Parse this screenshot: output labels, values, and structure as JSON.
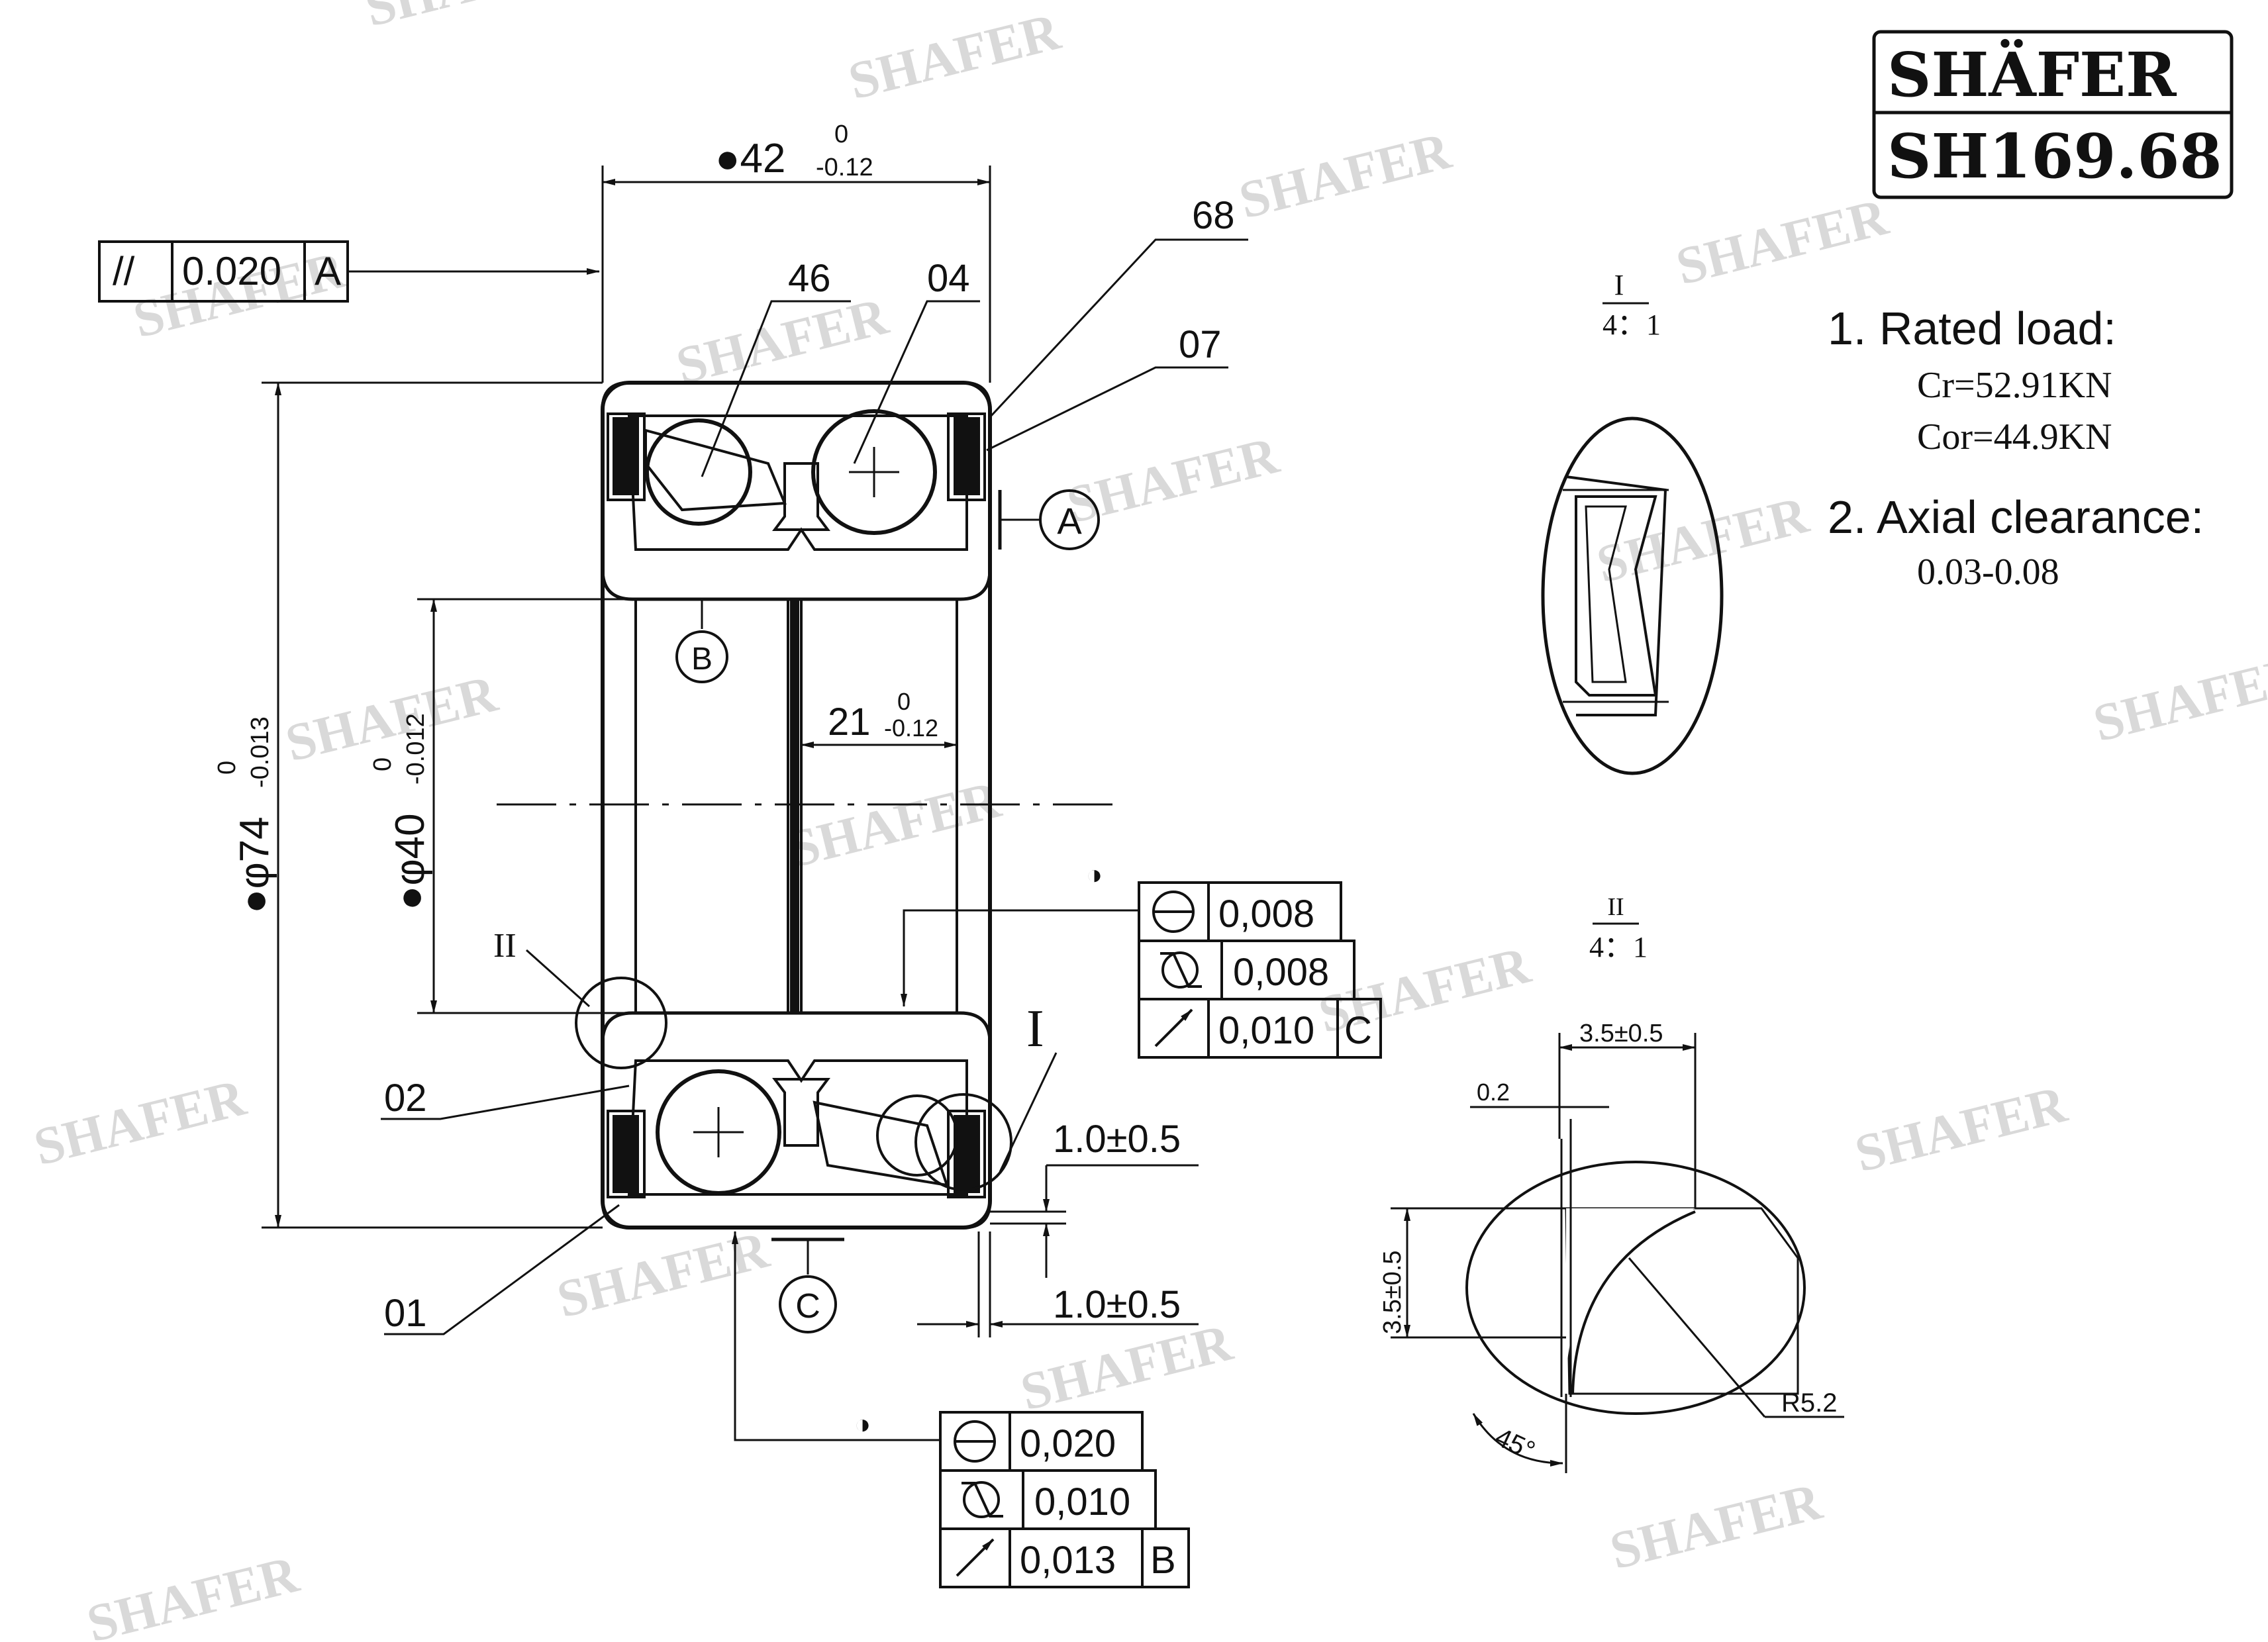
{
  "watermark": "SHAFER",
  "title_block": {
    "brand": "SHÄFER",
    "part_number": "SH169.68"
  },
  "notes": {
    "rated_load_title": "1. Rated load:",
    "cr": "Cr=52.91KN",
    "cor": "Cor=44.9KN",
    "axial_clearance_title": "2. Axial clearance:",
    "axial_clearance_value": "0.03-0.08"
  },
  "detail_views": {
    "view_I": {
      "label": "I",
      "scale": "4：1"
    },
    "view_II": {
      "label": "II",
      "scale": "4：1"
    }
  },
  "dimensions": {
    "outer_width": {
      "prefix": "●42",
      "upper": "0",
      "lower": "-0.12"
    },
    "outer_diameter": {
      "prefix": "●φ74",
      "upper": "0",
      "lower": "-0.013"
    },
    "inner_diameter": {
      "prefix": "●φ40",
      "upper": "0",
      "lower": "-0.012"
    },
    "inner_ring_width": {
      "prefix": "21",
      "upper": "0",
      "lower": "-0.12"
    },
    "chamfer_1": "1.0±0.5",
    "chamfer_2": "1.0±0.5",
    "detail_width": "3.5±0.5",
    "detail_height": "3.5±0.5",
    "detail_gap": "0.2",
    "detail_radius": "R5.2",
    "detail_angle": "45°"
  },
  "parts": [
    "68",
    "46",
    "04",
    "07",
    "02",
    "01"
  ],
  "datums": [
    "A",
    "B",
    "C"
  ],
  "view_labels": [
    "II",
    "I"
  ],
  "tolerance_frames": {
    "parallelism": {
      "symbol": "//",
      "value": "0.020",
      "datum": "A"
    },
    "upper_right": {
      "marker": "◑",
      "rows": [
        {
          "symbol": "roundness",
          "value": "0,008",
          "datum": ""
        },
        {
          "symbol": "cylindricity",
          "value": "0,008",
          "datum": ""
        },
        {
          "symbol": "runout",
          "value": "0,010",
          "datum": "C"
        }
      ]
    },
    "lower": {
      "marker": "◑",
      "rows": [
        {
          "symbol": "roundness",
          "value": "0,020",
          "datum": ""
        },
        {
          "symbol": "cylindricity",
          "value": "0,010",
          "datum": ""
        },
        {
          "symbol": "runout",
          "value": "0,013",
          "datum": "B"
        }
      ]
    }
  }
}
